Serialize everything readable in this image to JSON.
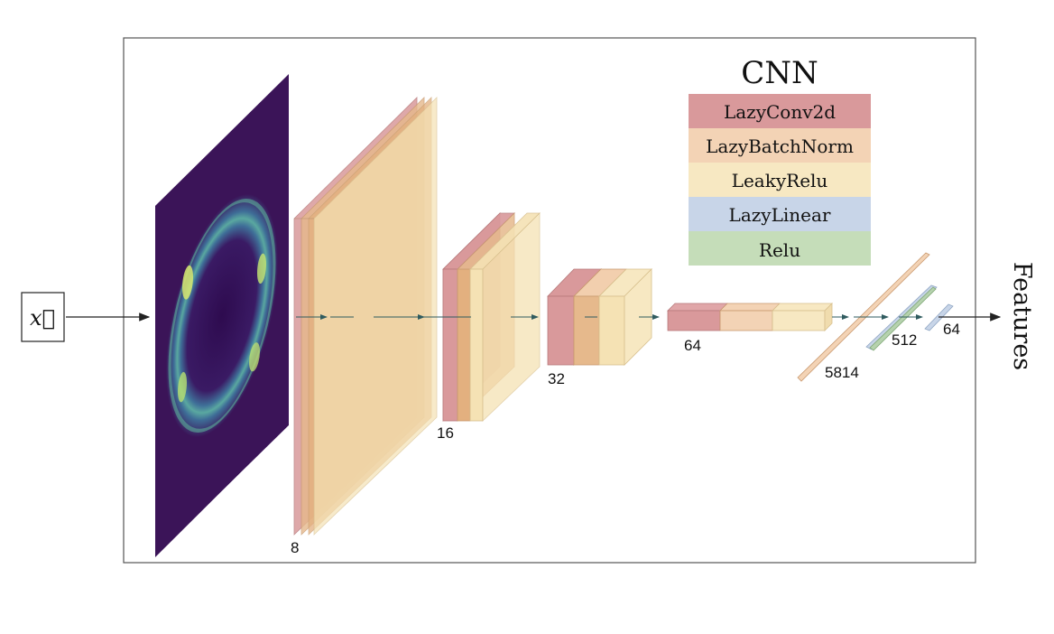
{
  "input": {
    "label": "x⃗"
  },
  "output": {
    "label": "Features"
  },
  "legend": {
    "title": "CNN",
    "items": [
      {
        "label": "LazyConv2d",
        "color": "#d9999b"
      },
      {
        "label": "LazyBatchNorm",
        "color": "#f3d3b5"
      },
      {
        "label": "LeakyRelu",
        "color": "#f7e8c2"
      },
      {
        "label": "LazyLinear",
        "color": "#c8d5e8"
      },
      {
        "label": "Relu",
        "color": "#c5ddb9"
      }
    ]
  },
  "layers": {
    "conv1_label": "8",
    "conv2_label": "16",
    "conv3_label": "32",
    "conv4_label": "64",
    "flatten_label": "5814",
    "fc1_label": "512",
    "fc2_label": "64"
  },
  "colors": {
    "conv": "#d9999b",
    "batchnorm": "#e6b98c",
    "leakyrelu": "#f5e2b4",
    "linear": "#c8d5e8",
    "relu": "#b6d2ae",
    "image_bg": "#3b1458",
    "ring": "#5fb8a0"
  }
}
